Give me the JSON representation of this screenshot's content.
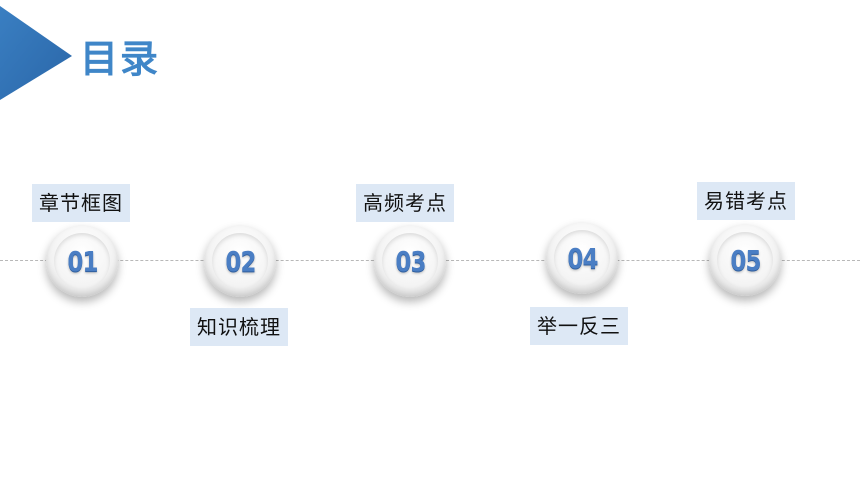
{
  "title": "目录",
  "colors": {
    "accent": "#3f86c8",
    "label_bg": "#dde8f5",
    "number": "#4a7ec4"
  },
  "items": [
    {
      "number": "01",
      "label": "章节框图"
    },
    {
      "number": "02",
      "label": "知识梳理"
    },
    {
      "number": "03",
      "label": "高频考点"
    },
    {
      "number": "04",
      "label": "举一反三"
    },
    {
      "number": "05",
      "label": "易错考点"
    }
  ]
}
